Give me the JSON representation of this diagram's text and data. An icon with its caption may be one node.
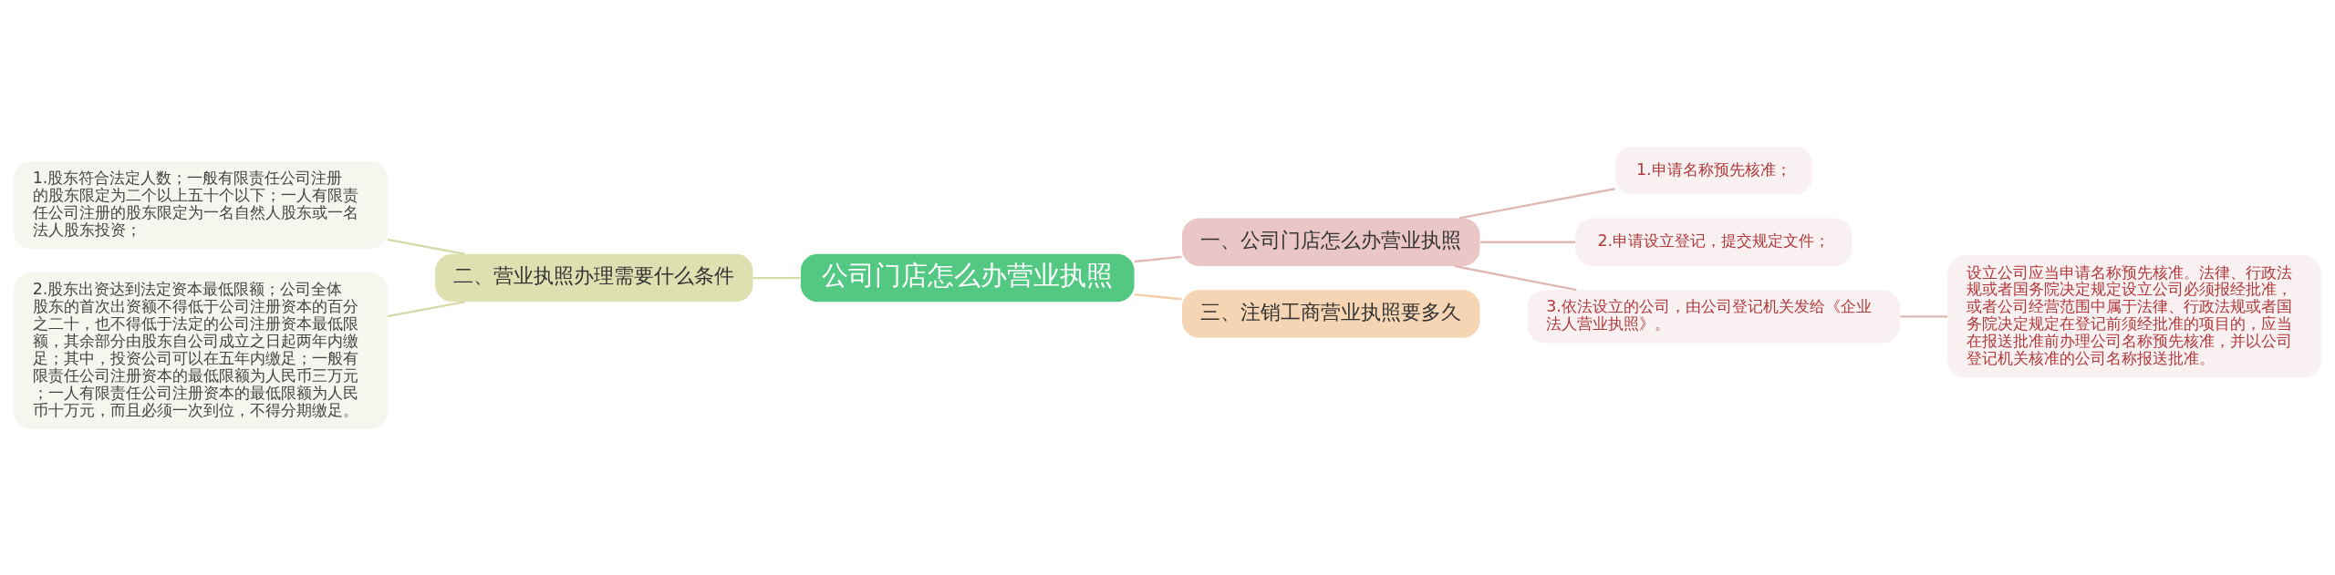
{
  "diagram": {
    "nodes": [
      {
        "text": [
          "公司门店怎么办营业执照"
        ]
      },
      {
        "text": [
          "一、公司门店怎么办营业执照"
        ]
      },
      {
        "text": [
          "1.申请名称预先核准；"
        ]
      },
      {
        "text": [
          "2.申请设立登记，提交规定文件；"
        ]
      },
      {
        "text": [
          "3.依法设立的公司，由公司登记机关发给《企业法人营业执照》。"
        ]
      },
      {
        "text": [
          "设立公司应当申请名称预先核准。法律、行政法规或者国务院决定规定设立公司必须报经批准，或者公司经营范围中属于法律、行政法规或者国务院决定规定在登记前须经批准的项目的，应当在报送批准前办理公司名称预先核准，并以公司登记机关核准的公司名称报送批准。"
        ]
      },
      {
        "text": [
          "二、营业执照办理需要什么条件"
        ]
      },
      {
        "text": [
          "1.股东符合法定人数；一般有限责任公司注册的股东限定为二个以上五十个以下；一人有限责任公司注册的股东限定为一名自然人股东或一名法人股东投资；"
        ]
      },
      {
        "text": [
          "2.股东出资达到法定资本最低限额；公司全体股东的首次出资额不得低于公司注册资本的百分之二十，也不得低于法定的公司注册资本最低限额，其余部分由股东自公司成立之日起两年内缴足；其中，投资公司可以在五年内缴足；一般有限责任公司注册资本的最低限额为人民币三万元；一人有限责任公司注册资本的最低限额为人民币十万元，而且必须一次到位，不得分期缴足。"
        ]
      },
      {
        "text": [
          "三、注销工商营业执照要多久"
        ]
      }
    ],
    "edges": [
      {
        "from": 0,
        "to": 1,
        "arrow": "none"
      },
      {
        "from": 1,
        "to": 2,
        "arrow": "none"
      },
      {
        "from": 1,
        "to": 3,
        "arrow": "none"
      },
      {
        "from": 1,
        "to": 4,
        "arrow": "none"
      },
      {
        "from": 4,
        "to": 5,
        "arrow": "none"
      },
      {
        "from": 0,
        "to": 6,
        "arrow": "none",
        "color": "#d6d9a8"
      },
      {
        "from": 6,
        "to": 7,
        "arrow": "none",
        "color": "#d6d9a8"
      },
      {
        "from": 6,
        "to": 8,
        "arrow": "none",
        "color": "#d6d9a8"
      },
      {
        "from": 0,
        "to": 9,
        "arrow": "none",
        "color": "#f2cda6"
      }
    ]
  }
}
